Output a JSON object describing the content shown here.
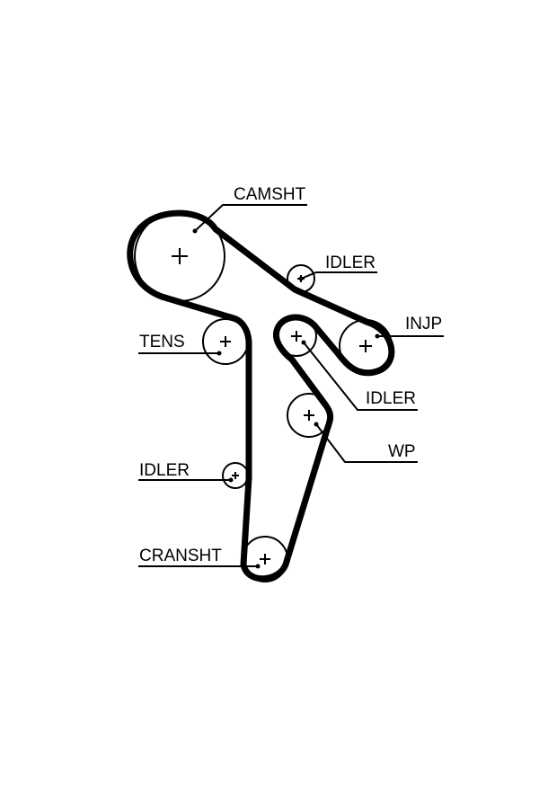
{
  "labels": {
    "camsht": "CAMSHT",
    "idler_top": "IDLER",
    "injp": "INJP",
    "tens": "TENS",
    "idler_mid": "IDLER",
    "wp": "WP",
    "idler_low": "IDLER",
    "cransht": "CRANSHT"
  },
  "colors": {
    "belt": "#000000",
    "background": "#ffffff"
  }
}
